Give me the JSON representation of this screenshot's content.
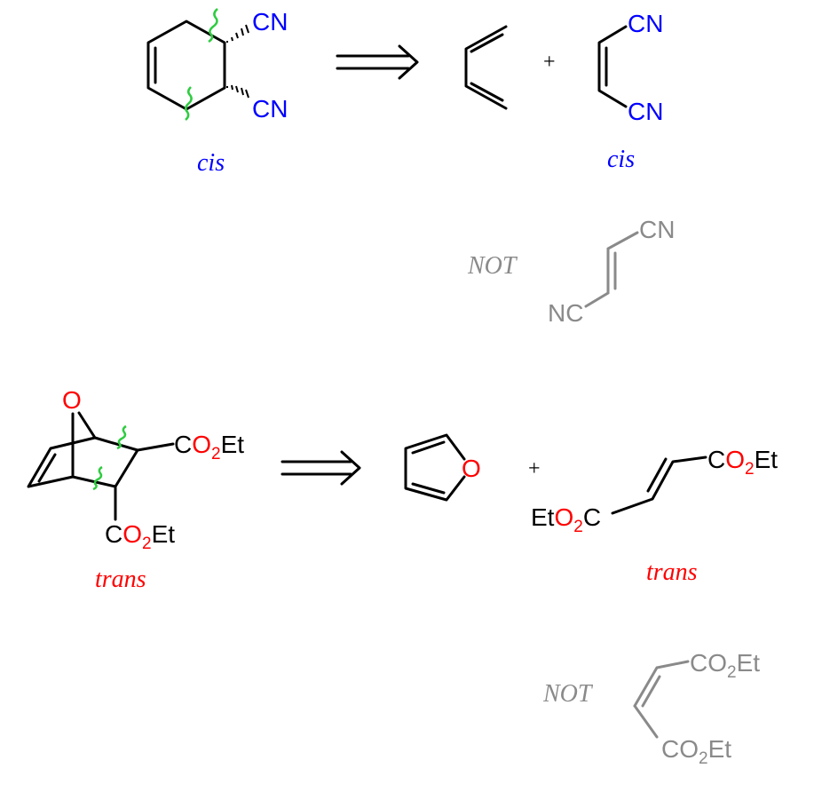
{
  "colors": {
    "nitrile": "#0000ff",
    "oxygen": "#ff0000",
    "not": "#8a8a8a",
    "disconnection": "#2ecc40"
  },
  "reaction1": {
    "product": {
      "substituent1": "CN",
      "substituent2": "CN",
      "stereo": "cis"
    },
    "plus": "+",
    "dienophile": {
      "group1": "CN",
      "group2": "CN",
      "stereo": "cis"
    },
    "not_label": "NOT",
    "not_dienophile": {
      "group1": "CN",
      "group2": "NC"
    }
  },
  "reaction2": {
    "product": {
      "bridge_atom": "O",
      "ester": {
        "c": "C",
        "o": "O",
        "two": "2",
        "et": "Et"
      },
      "stereo": "trans"
    },
    "furan_o": "O",
    "plus": "+",
    "dienophile": {
      "left": {
        "eto": "Et",
        "o": "O",
        "two": "2",
        "c": "C"
      },
      "right": {
        "c": "C",
        "o": "O",
        "two": "2",
        "et": "Et"
      },
      "stereo": "trans"
    },
    "not_label": "NOT",
    "not_dienophile": {
      "c": "C",
      "o": "O",
      "two": "2",
      "et": "Et"
    }
  }
}
